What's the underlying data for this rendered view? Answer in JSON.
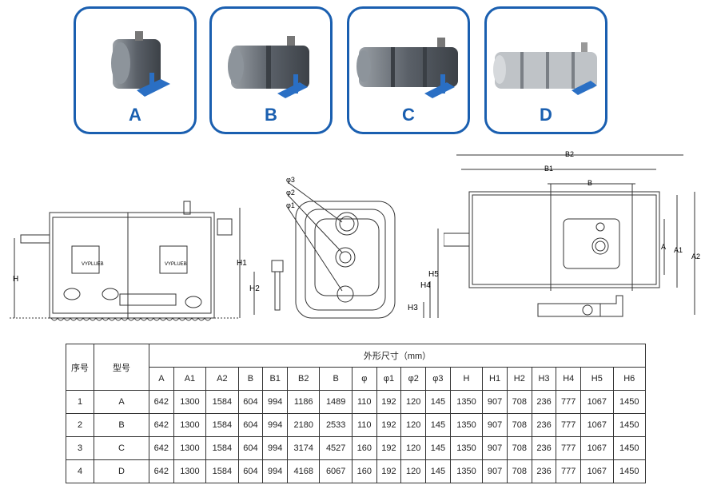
{
  "models": [
    {
      "label": "A"
    },
    {
      "label": "B"
    },
    {
      "label": "C"
    },
    {
      "label": "D"
    }
  ],
  "drawing_labels": {
    "left_view": {
      "h": "H",
      "h1": "H1"
    },
    "middle_view": {
      "phi3": "φ3",
      "phi2": "φ2",
      "phi1": "φ1",
      "h2": "H2",
      "h3": "H3",
      "h4": "H4",
      "h5": "H5"
    },
    "right_view": {
      "b2": "B2",
      "b1": "B1",
      "b": "B",
      "a": "A",
      "a1": "A1",
      "a2": "A2"
    },
    "badge_text": "VYPLUEB"
  },
  "table": {
    "col_seq": "序号",
    "col_model": "型号",
    "group_title": "外形尺寸（mm）",
    "dim_headers": [
      "A",
      "A1",
      "A2",
      "B",
      "B1",
      "B2",
      "B",
      "φ",
      "φ1",
      "φ2",
      "φ3",
      "H",
      "H1",
      "H2",
      "H3",
      "H4",
      "H5",
      "H6"
    ],
    "rows": [
      {
        "seq": "1",
        "model": "A",
        "vals": [
          "642",
          "1300",
          "1584",
          "604",
          "994",
          "1186",
          "1489",
          "110",
          "192",
          "120",
          "145",
          "1350",
          "907",
          "708",
          "236",
          "777",
          "1067",
          "1450"
        ]
      },
      {
        "seq": "2",
        "model": "B",
        "vals": [
          "642",
          "1300",
          "1584",
          "604",
          "994",
          "2180",
          "2533",
          "110",
          "192",
          "120",
          "145",
          "1350",
          "907",
          "708",
          "236",
          "777",
          "1067",
          "1450"
        ]
      },
      {
        "seq": "3",
        "model": "C",
        "vals": [
          "642",
          "1300",
          "1584",
          "604",
          "994",
          "3174",
          "4527",
          "160",
          "192",
          "120",
          "145",
          "1350",
          "907",
          "708",
          "236",
          "777",
          "1067",
          "1450"
        ]
      },
      {
        "seq": "4",
        "model": "D",
        "vals": [
          "642",
          "1300",
          "1584",
          "604",
          "994",
          "4168",
          "6067",
          "160",
          "192",
          "120",
          "145",
          "1350",
          "907",
          "708",
          "236",
          "777",
          "1067",
          "1450"
        ]
      }
    ]
  },
  "colors": {
    "accent": "#1a5fb0",
    "pipe": "#2a6fc4"
  }
}
